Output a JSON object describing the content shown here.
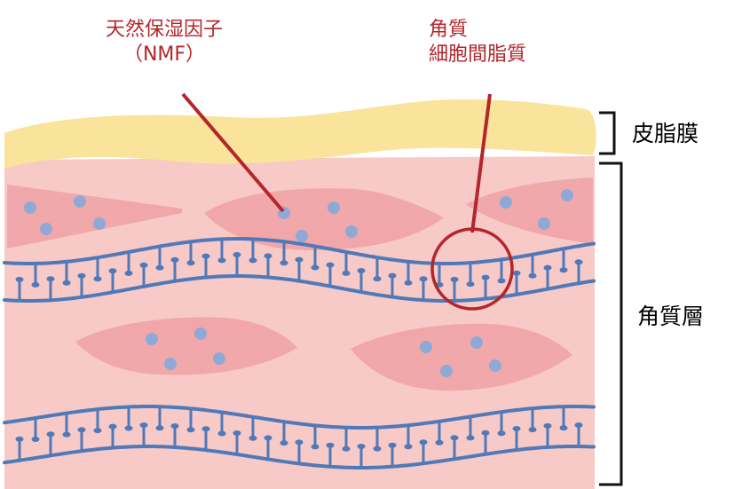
{
  "callouts": {
    "nmf": {
      "line1": "天然保湿因子",
      "line2": "（NMF）",
      "color": "#b3262b"
    },
    "lipid": {
      "line1": "角質",
      "line2": "細胞間脂質",
      "color": "#b3262b"
    }
  },
  "layers": {
    "sebum_film": "皮脂膜",
    "stratum_corneum": "角質層"
  },
  "colors": {
    "sebum": "#fae39a",
    "skin_base": "#f7c9c7",
    "cell_band": "#f0a2a4",
    "lipid_blue": "#4f79b8",
    "dot_blue": "#8fa9d6",
    "callout_red": "#b3262b",
    "bracket": "#111111"
  }
}
